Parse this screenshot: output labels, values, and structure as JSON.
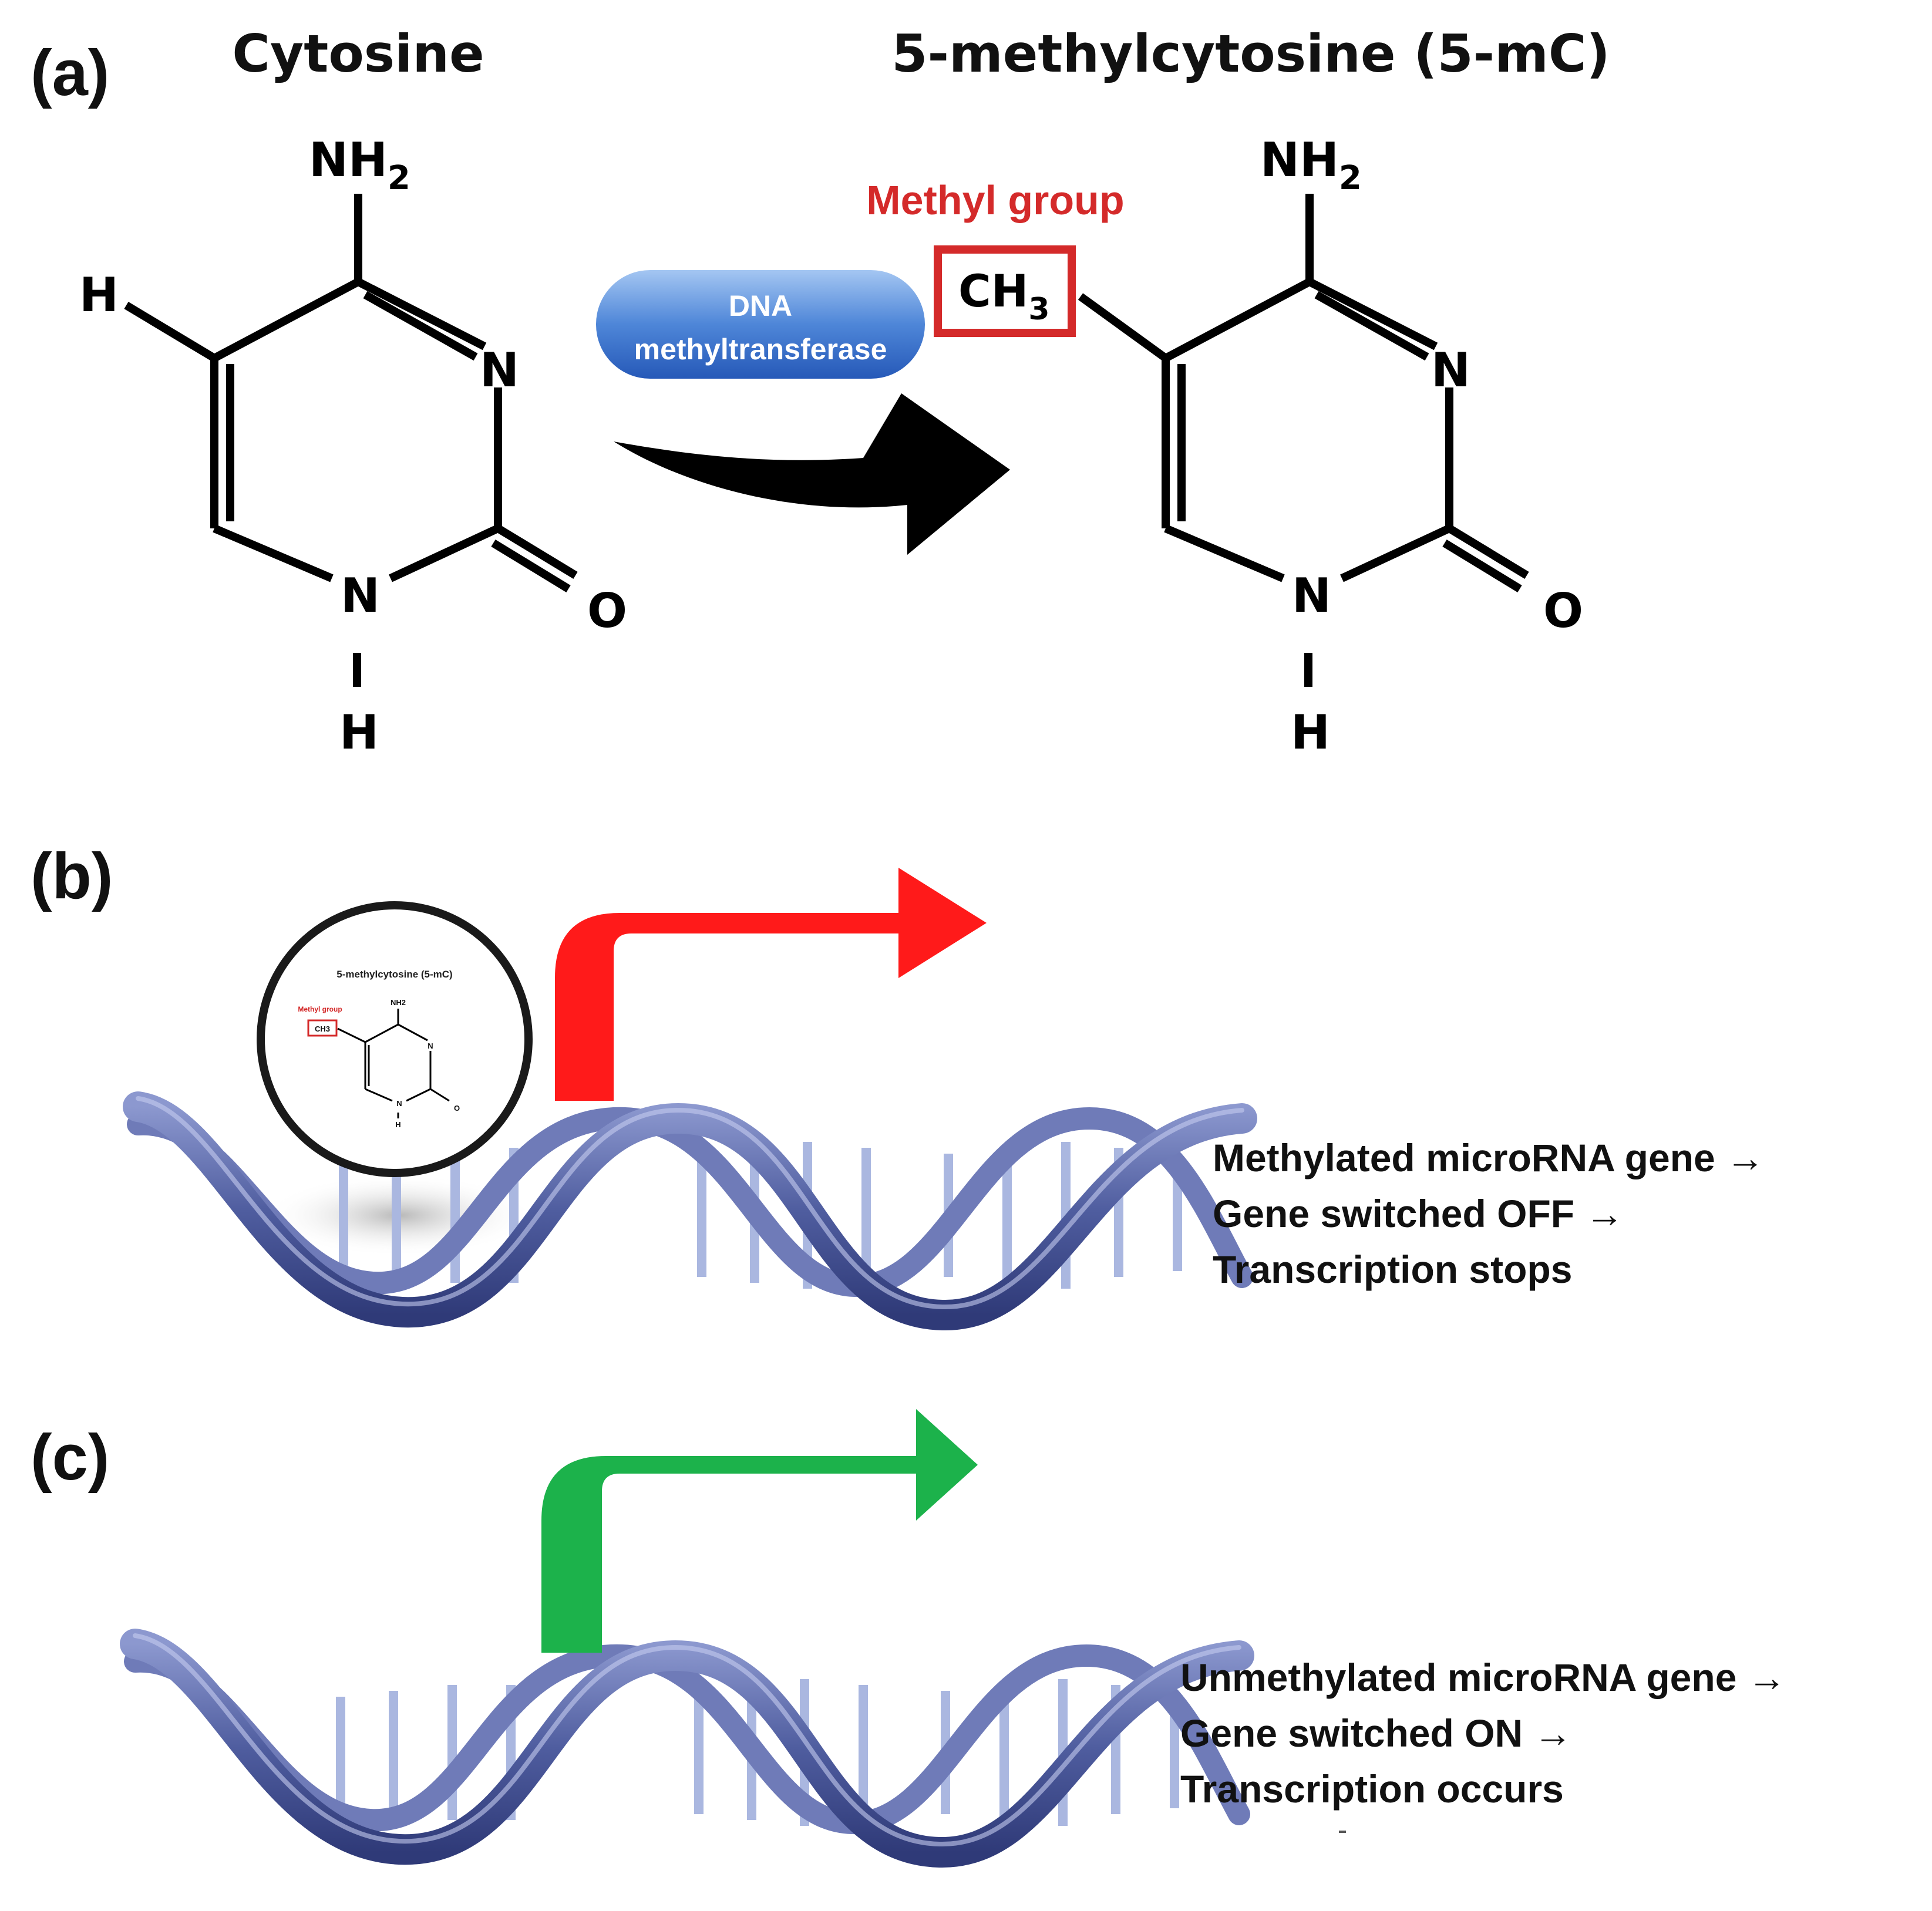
{
  "panels": {
    "a": {
      "label": "(a)",
      "left_title": "Cytosine",
      "right_title": "5-methylcytosine (5-mC)",
      "atoms": {
        "amine_main": "NH",
        "amine_sub": "2",
        "ring_n": "N",
        "oxygen": "O",
        "hydrogen": "H"
      },
      "methyl_label": "Methyl group",
      "methyl_main": "CH",
      "methyl_sub": "3",
      "enzyme_line1": "DNA",
      "enzyme_line2": "methyltransferase"
    },
    "b": {
      "label": "(b)",
      "inset_title": "5-methylcytosine (5-mC)",
      "inset_methyl_label": "Methyl group",
      "inset_methyl": "CH3",
      "inset_amine": "NH2",
      "inset_n": "N",
      "inset_o": "O",
      "inset_h": "H",
      "status_line1": "Methylated microRNA gene →",
      "status_line2": "Gene switched OFF →",
      "status_line3": "Transcription stops"
    },
    "c": {
      "label": "(c)",
      "status_line1": "Unmethylated microRNA gene →",
      "status_line2": "Gene switched ON →",
      "status_line3": "Transcription occurs"
    }
  },
  "colors": {
    "methyl_red": "#d42a2a",
    "arrow_off": "#ff1a1a",
    "arrow_on": "#1cb24b",
    "dna_dark": "#4e5c9e",
    "dna_light": "#a9b6de",
    "enzyme_top": "#8fb6ec",
    "enzyme_bottom": "#2b64c4"
  }
}
